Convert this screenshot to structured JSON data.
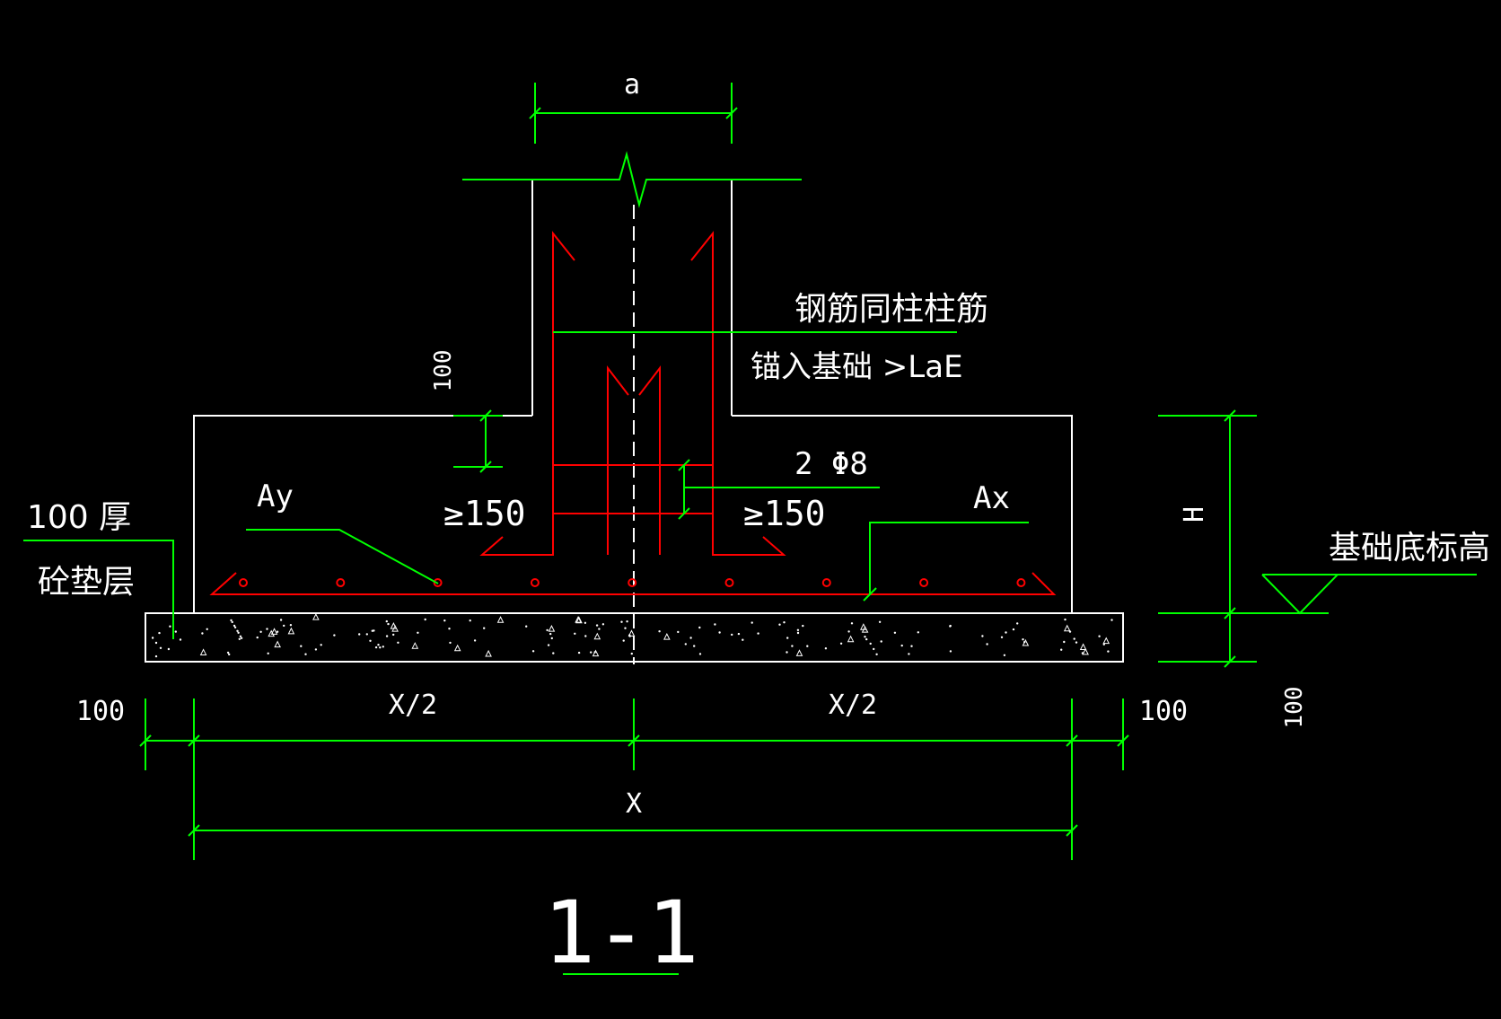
{
  "colors": {
    "background": "#000000",
    "outline": "#ffffff",
    "dimension": "#00ff00",
    "rebar": "#ff0000",
    "text": "#ffffff"
  },
  "labels": {
    "column_width": "a",
    "rebar_note_line1": "钢筋同柱柱筋",
    "rebar_note_line2": "锚入基础 >LaE",
    "dim_100_vertical": "100",
    "stirrup_note": "2 Φ8",
    "min_150_left": "≥150",
    "min_150_right": "≥150",
    "rebar_ay": "Ay",
    "rebar_ax": "Ax",
    "cushion_thickness": "100 厚",
    "cushion_material": "砼垫层",
    "foundation_height": "H",
    "foundation_bottom_elevation": "基础底标高",
    "dim_left_100": "100",
    "dim_right_100": "100",
    "dim_half_left": "X/2",
    "dim_half_right": "X/2",
    "dim_total": "X",
    "dim_cushion_right": "100",
    "section_title": "1-1"
  }
}
